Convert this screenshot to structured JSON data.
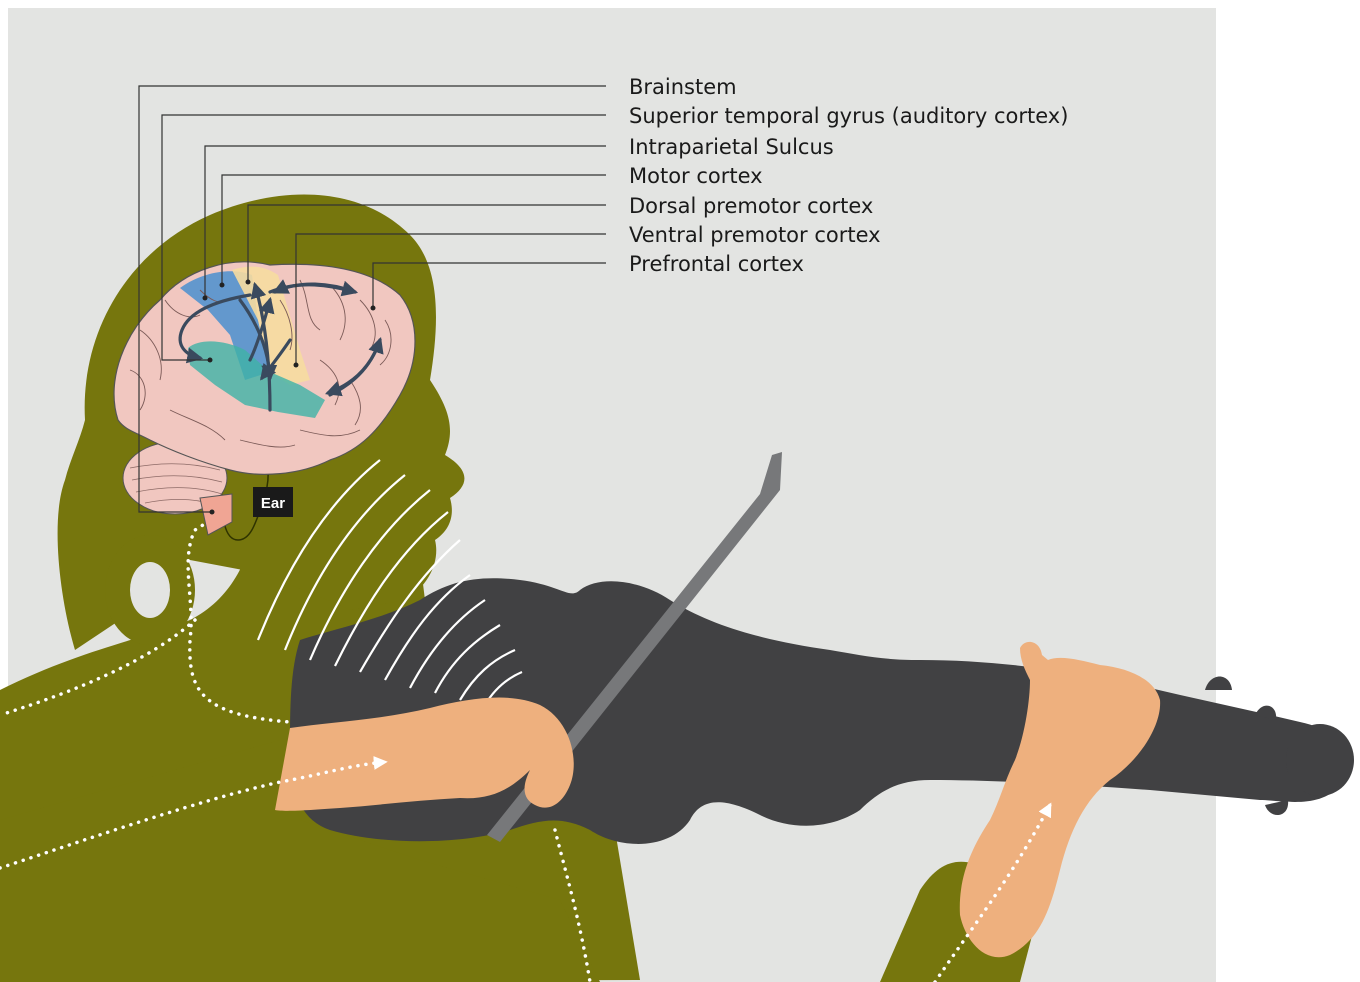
{
  "labels": [
    {
      "text": "Brainstem"
    },
    {
      "text": "Superior temporal gyrus (auditory cortex)"
    },
    {
      "text": "Intraparietal Sulcus"
    },
    {
      "text": "Motor cortex"
    },
    {
      "text": "Dorsal premotor cortex"
    },
    {
      "text": "Ventral premotor cortex"
    },
    {
      "text": "Prefrontal cortex"
    }
  ],
  "ear_label": "Ear",
  "colors": {
    "background_panel": "#e3e4e2",
    "body": "#76760d",
    "skin": "#eeb07e",
    "violin": "#414143",
    "bow": "#77787a",
    "brain": "#f1c7c0",
    "intraparietal": "#4a8fcf",
    "motor": "#f6dca0",
    "auditory": "#3fb3a6",
    "arrow": "#3a4a5e",
    "leader_line": "#333333"
  }
}
